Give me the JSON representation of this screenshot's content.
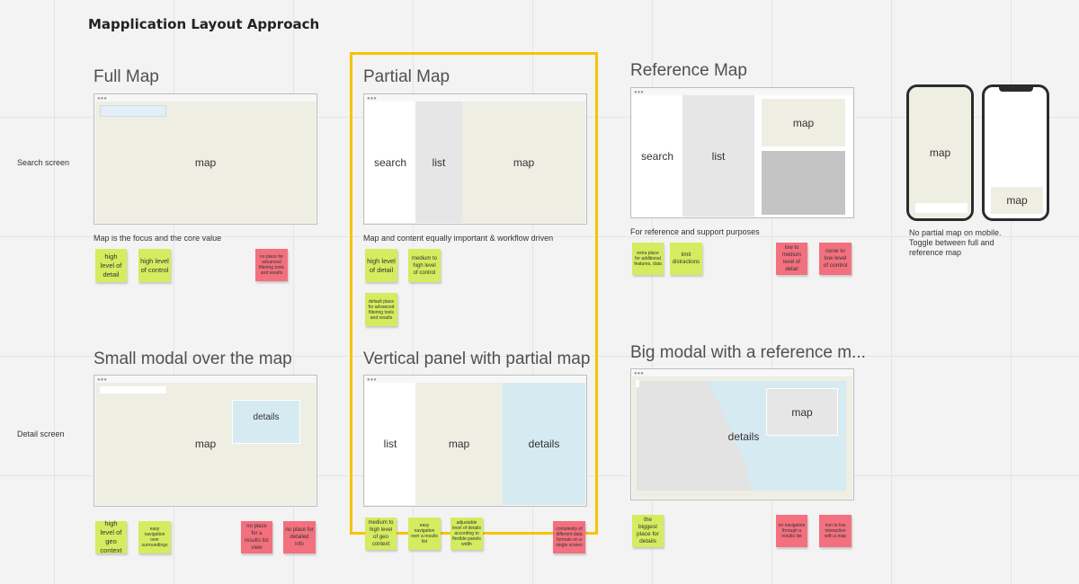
{
  "board_title": "Mapplication Layout Approach",
  "row_labels": {
    "search": "Search screen",
    "detail": "Detail screen"
  },
  "colors": {
    "map": "#eeeee3",
    "details": "#d6eaf2",
    "list": "#e6e6e6",
    "green_note": "#d4ec5f",
    "pink_note": "#f3707e",
    "highlight": "#f5c400"
  },
  "full_map": {
    "title": "Full Map",
    "map_label": "map",
    "caption": "Map is the focus and the core value",
    "notes": [
      {
        "text": "high level of detail",
        "color": "green"
      },
      {
        "text": "high level of control",
        "color": "green"
      },
      {
        "text": "no place for advanced filtering tools and results",
        "color": "pink"
      }
    ]
  },
  "partial_map": {
    "title": "Partial Map",
    "panes": {
      "search": "search",
      "list": "list",
      "map": "map"
    },
    "caption": "Map and content equally important & workflow driven",
    "notes": [
      {
        "text": "high level of detail",
        "color": "green"
      },
      {
        "text": "medium to high level of control",
        "color": "green"
      },
      {
        "text": "default place for advanced filtering tools and results",
        "color": "green"
      }
    ]
  },
  "reference_map": {
    "title": "Reference Map",
    "panes": {
      "search": "search",
      "list": "list",
      "map": "map"
    },
    "caption": "For reference and support purposes",
    "notes": [
      {
        "text": "extra place for additional features, data",
        "color": "green"
      },
      {
        "text": "limit distractions",
        "color": "green"
      },
      {
        "text": "low to medium level of detail",
        "color": "pink"
      },
      {
        "text": "none to low level of control",
        "color": "pink"
      }
    ]
  },
  "mobile": {
    "phone1_map": "map",
    "phone2_map": "map",
    "caption": "No partial map on mobile. Toggle between full and reference map"
  },
  "small_modal": {
    "title": "Small modal over the map",
    "map_label": "map",
    "details_label": "details",
    "notes": [
      {
        "text": "high level of geo context",
        "color": "green"
      },
      {
        "text": "easy navigation over surroundings",
        "color": "green"
      },
      {
        "text": "no place for a results list view",
        "color": "pink"
      },
      {
        "text": "no place for detailed info",
        "color": "pink"
      }
    ]
  },
  "vertical_panel": {
    "title": "Vertical panel with partial map",
    "panes": {
      "list": "list",
      "map": "map",
      "details": "details"
    },
    "notes": [
      {
        "text": "medium to high level of geo context",
        "color": "green"
      },
      {
        "text": "easy navigation over a results list",
        "color": "green"
      },
      {
        "text": "adjustable level of details according to flexible panels width",
        "color": "green"
      },
      {
        "text": "complexity of different data formats on a single screen",
        "color": "pink"
      }
    ]
  },
  "big_modal": {
    "title": "Big modal with a reference m...",
    "details_label": "details",
    "map_label": "map",
    "notes": [
      {
        "text": "the biggest place for details",
        "color": "green"
      },
      {
        "text": "no navigation through a results list",
        "color": "pink"
      },
      {
        "text": "non to low interaction with a map",
        "color": "pink"
      }
    ]
  }
}
